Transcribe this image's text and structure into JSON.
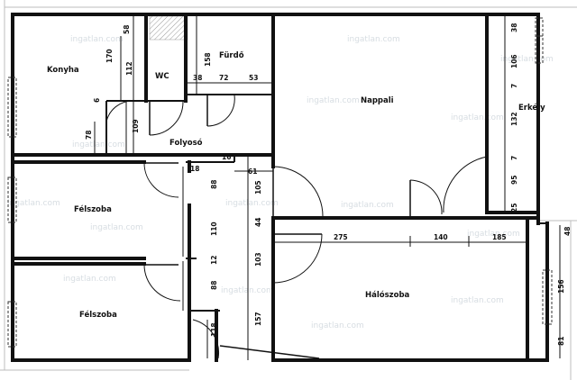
{
  "rooms": {
    "konyha": "Konyha",
    "wc": "WC",
    "furdo": "Fürdő",
    "nappali": "Nappali",
    "erkely": "Erkély",
    "folyoso": "Folyosó",
    "felszoba_1": "Félszoba",
    "felszoba_2": "Félszoba",
    "haloszoba": "Hálószoba"
  },
  "dimensions": {
    "d58": "58",
    "d170": "170",
    "d112": "112",
    "d158": "158",
    "d38": "38",
    "d72": "72",
    "d53": "53",
    "d6": "6",
    "d109": "109",
    "d78": "78",
    "d38_erkely": "38",
    "d106": "106",
    "d7_a": "7",
    "d132": "132",
    "d7_b": "7",
    "d95": "95",
    "d25": "25",
    "d18": "18",
    "d16": "16",
    "d61": "61",
    "d88_a": "88",
    "d105": "105",
    "d44": "44",
    "d110": "110",
    "d12": "12",
    "d103": "103",
    "d88_b": "88",
    "d157": "157",
    "d118": "118",
    "d275": "275",
    "d140": "140",
    "d185": "185",
    "d48": "48",
    "d156": "156",
    "d81": "81"
  },
  "watermark": "ingatlan.com"
}
